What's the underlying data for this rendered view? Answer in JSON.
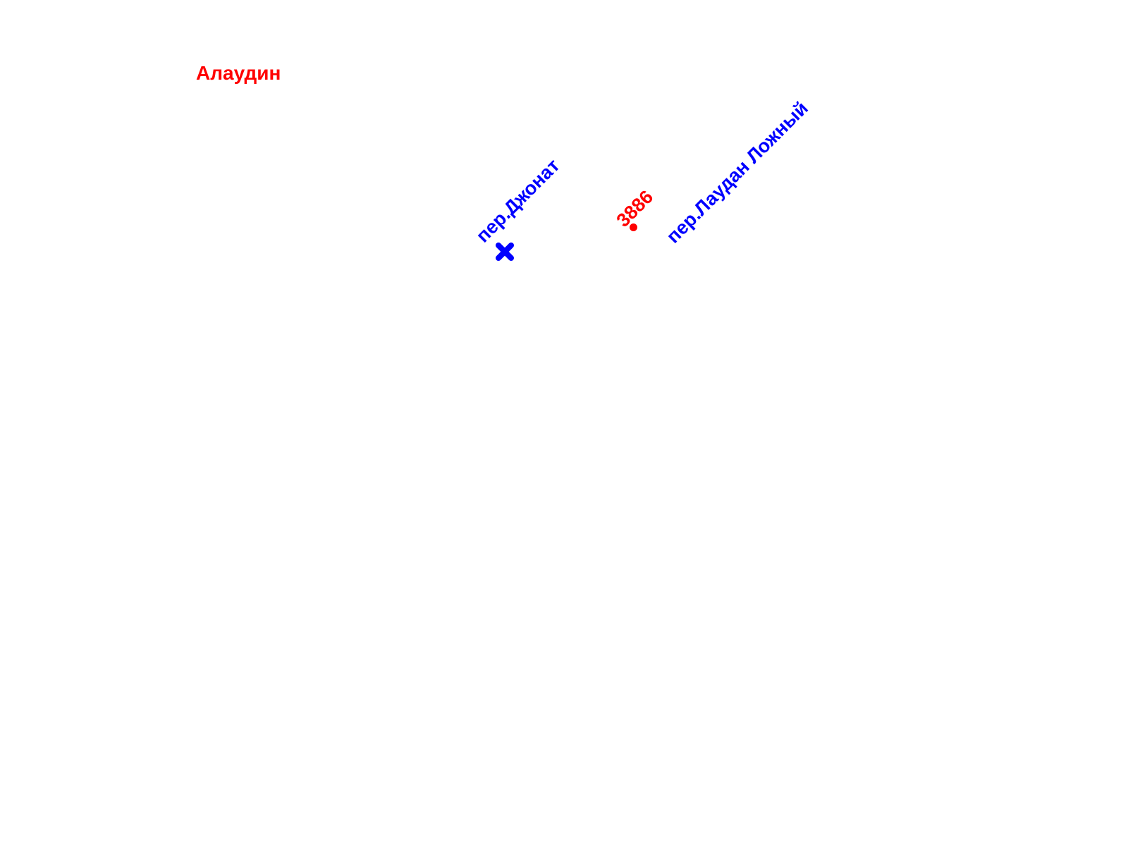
{
  "map": {
    "labels": {
      "top_left": "Алаудин",
      "street_1": "пер.Джонат",
      "number": "3886",
      "street_2": "пер.Лаудан Ложный"
    },
    "markers": {
      "cross_icon": "x-cross-icon",
      "dot_icon": "dot-icon"
    },
    "colors": {
      "red": "#ff0000",
      "blue": "#0000ff",
      "background": "#ffffff"
    }
  }
}
